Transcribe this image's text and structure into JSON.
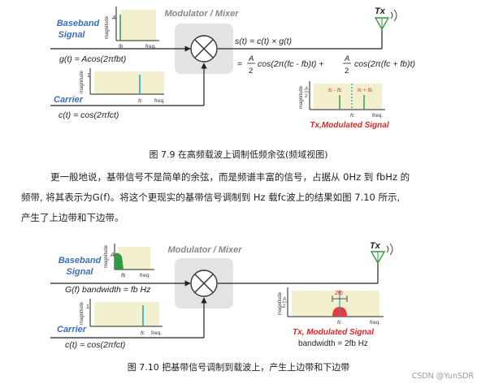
{
  "figure1": {
    "baseband_label": [
      "Baseband",
      "Signal"
    ],
    "modulator_title": "Modulator / Mixer",
    "tx_label": "Tx",
    "gt_eq": "g(t) = Acos(2πfbt)",
    "ct_eq": "c(t) = cos(2πfct)",
    "st_eq": "s(t) = c(t) × g(t)",
    "expansion_1": "cos(2π(fc - fb)t) +",
    "expansion_2": "cos(2π(fc + fb)t)",
    "carrier_label": "Carrier",
    "mag_label": "magnitude",
    "freq_label": "freq.",
    "amp_A": "A",
    "amp_1": "1",
    "frac_num": "A",
    "frac_den": "2",
    "fb_label": "fb",
    "fc_label": "fc",
    "spec_lower": "fc - fb",
    "spec_upper": "fc + fb",
    "tx_mod_label": "Tx,Modulated Signal"
  },
  "caption1": "图 7.9 在高频载波上调制低频余弦(频域视图)",
  "paragraph": {
    "line1": "更一般地说，基带信号不是简单的余弦，而是频谱丰富的信号，占据从 0Hz 到 fbHz 的",
    "line2": "频带, 将其表示为G(f)。将这个更现实的基带信号调制到 Hz 载fc波上的结果如图 7.10 所示,",
    "line3": "产生了上边带和下边带。"
  },
  "figure2": {
    "baseband_label": [
      "Baseband",
      "Signal"
    ],
    "modulator_title": "Modulator / Mixer",
    "tx_label": "Tx",
    "gf_bw": "G(f) bandwidth = fb Hz",
    "carrier_label": "Carrier",
    "ct_eq": "c(t) = cos(2πfct)",
    "mag_label": "magnitude",
    "freq_label": "freq.",
    "amp_A": "A",
    "amp_1": "1",
    "frac_num": "A",
    "frac_den": "2",
    "two_fb": "2fb",
    "fb_label": "fb",
    "fc_label": "fc",
    "tx_mod_label": "Tx, Modulated Signal",
    "bw_label": "bandwidth = 2fb Hz"
  },
  "caption2": "图 7.10 把基带信号调制到载波上，产生上边带和下边带",
  "watermark": "CSDN @YunSDR",
  "colors": {
    "blue_label": "#3a6fb5",
    "red_label": "#d42a2a",
    "plot_fill": "#f3f0cf",
    "mixer_bg": "#e3e3e3",
    "green": "#2f9a3e",
    "cyan": "#1aa0c8",
    "tx_green": "#2f9a3e"
  }
}
